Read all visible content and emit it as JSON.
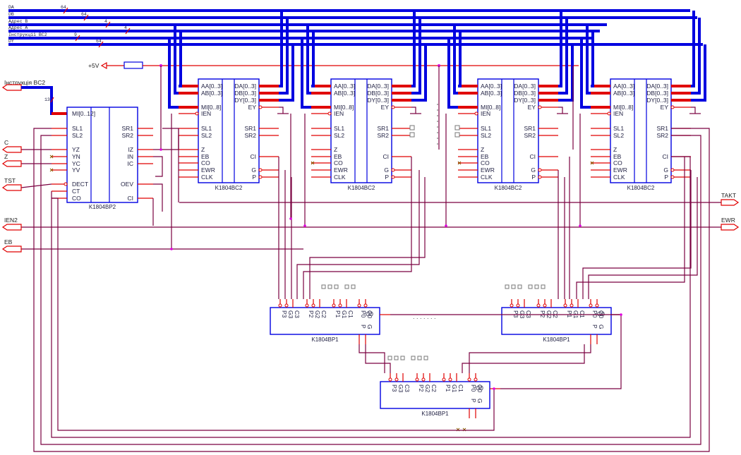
{
  "title": "K1804 schematic",
  "buses": [
    {
      "name": "DA",
      "width_label": "64"
    },
    {
      "name": "DB",
      "width_label": "64"
    },
    {
      "name": "Адрес B",
      "width_label": "4"
    },
    {
      "name": "Адрес A",
      "width_label": "4"
    },
    {
      "name": "Інструкції BC2",
      "width_label": "9"
    },
    {
      "name": "DY",
      "width_label": "64"
    }
  ],
  "power": {
    "label": "+5V"
  },
  "instr_port": {
    "label": "Інструкція BC2",
    "width_label": "13"
  },
  "inputs": [
    {
      "name": "C"
    },
    {
      "name": "Z"
    },
    {
      "name": "TST"
    },
    {
      "name": "IEN2"
    },
    {
      "name": "EB"
    }
  ],
  "outputs": [
    {
      "name": "TAKT"
    },
    {
      "name": "EWR"
    }
  ],
  "bp2": {
    "name": "K1804BP2",
    "left_pins": [
      "MI[0..12]",
      "SL1",
      "SL2",
      "YZ",
      "YN",
      "YC",
      "YV",
      "DECT",
      "CT",
      "CO"
    ],
    "right_pins": [
      "SR1",
      "SR2",
      "IZ",
      "IN",
      "IC",
      "OEV",
      "CI"
    ]
  },
  "bc2": {
    "name": "K1804BC2",
    "left_pins": [
      "AA[0..3]",
      "AB[0..3]",
      "MI[0..8]",
      "IEN",
      "SL1",
      "SL2",
      "Z",
      "EB",
      "CO",
      "EWR",
      "CLK"
    ],
    "right_pins": [
      "DA[0..3]",
      "DB[0..3]",
      "DY[0..3]",
      "EY",
      "SR1",
      "SR2",
      "CI",
      "G",
      "P"
    ]
  },
  "bp1": {
    "name": "K1804BP1",
    "top_pins": [
      "P3",
      "G3",
      "C3",
      "P2",
      "G2",
      "C2",
      "P1",
      "G1",
      "C1",
      "P0",
      "G0",
      "C0"
    ],
    "bottom_pins": [
      "P",
      "G"
    ]
  },
  "ellipsis": ". . . . . . ."
}
